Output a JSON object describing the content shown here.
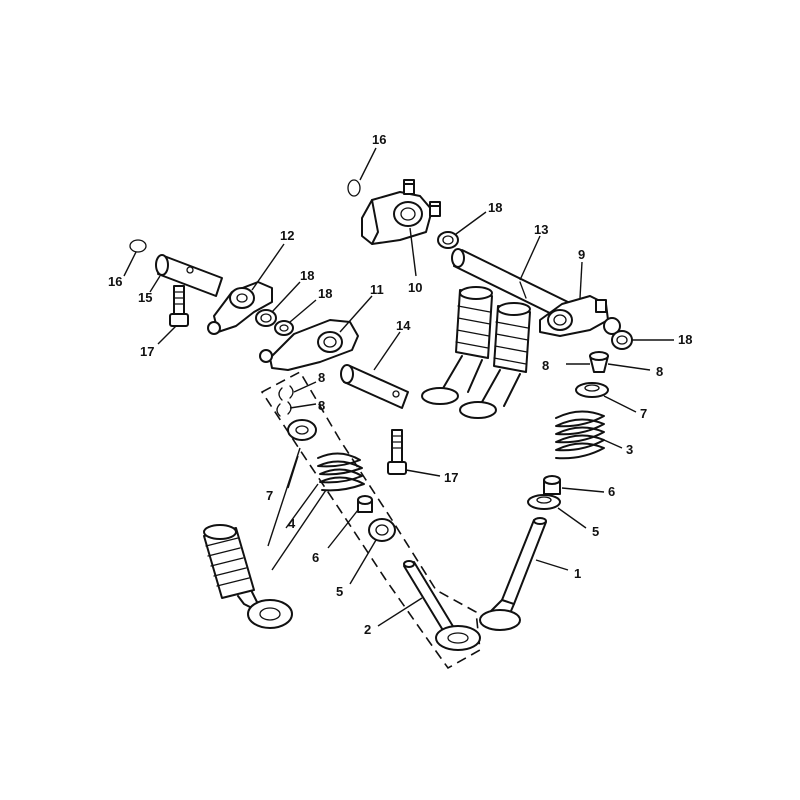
{
  "callouts": {
    "c16a": "16",
    "c18a": "18",
    "c13": "13",
    "c9": "9",
    "c10": "10",
    "c12": "12",
    "c16b": "16",
    "c15": "15",
    "c18b": "18",
    "c18c": "18",
    "c11": "11",
    "c17a": "17",
    "c14": "14",
    "c18d": "18",
    "c8a": "8",
    "c8b": "8",
    "c8c": "8",
    "c8d": "8",
    "c7a": "7",
    "c3": "3",
    "c17b": "17",
    "c6a": "6",
    "c7b": "7",
    "c4": "4",
    "c5a": "5",
    "c6b": "6",
    "c1": "1",
    "c5b": "5",
    "c2": "2"
  }
}
